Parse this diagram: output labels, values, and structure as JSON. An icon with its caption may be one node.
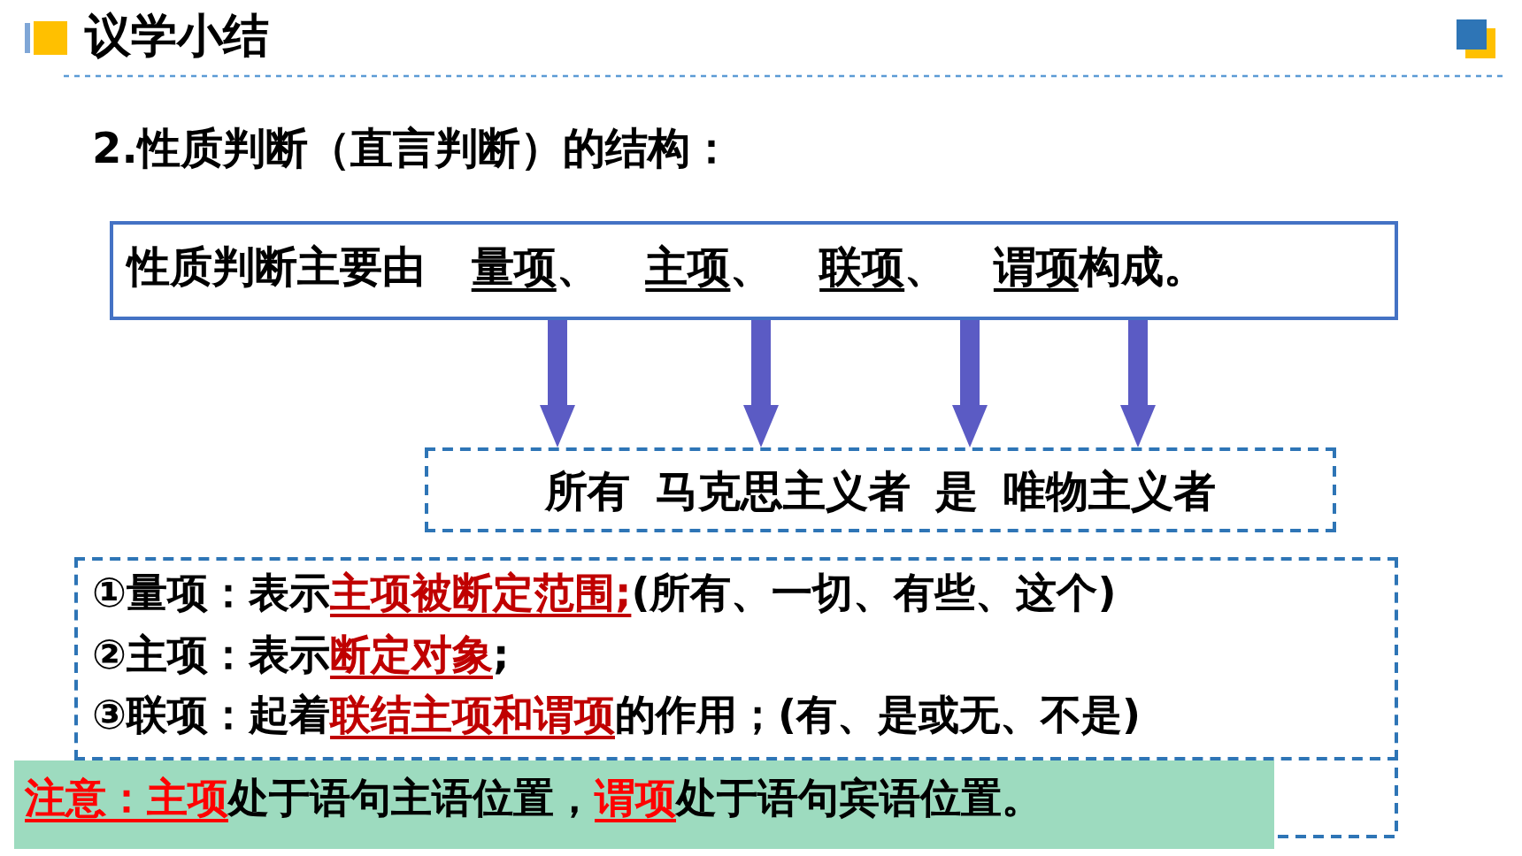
{
  "diagram": {
    "title": "议学小结",
    "nodes": [
      {
        "text": [
          "性质判断主要由 **量项**、 **主项**、 **联项**、 **谓项**构成。"
        ]
      },
      {
        "text": [
          "所有 马克思主义者 是 唯物主义者"
        ]
      },
      {
        "text": [
          "①量项：表示**主项被断定范围;**(所有、一切、有些、这个)",
          "②主项：表示**断定对象**;",
          "③联项：起着**联结主项和谓项**的作用；(有、是或无、不是)"
        ]
      },
      {
        "text": [
          "**注意：主项**处于语句主语位置，**谓项**处于语句宾语位置。"
        ]
      }
    ],
    "edges": [
      {
        "from": 0,
        "to": 1,
        "arrow": "to"
      },
      {
        "from": 0,
        "to": 1,
        "arrow": "to"
      },
      {
        "from": 0,
        "to": 1,
        "arrow": "to"
      },
      {
        "from": 0,
        "to": 1,
        "arrow": "to"
      }
    ],
    "labels": [
      "2.性质判断（直言判断）的结构："
    ]
  }
}
